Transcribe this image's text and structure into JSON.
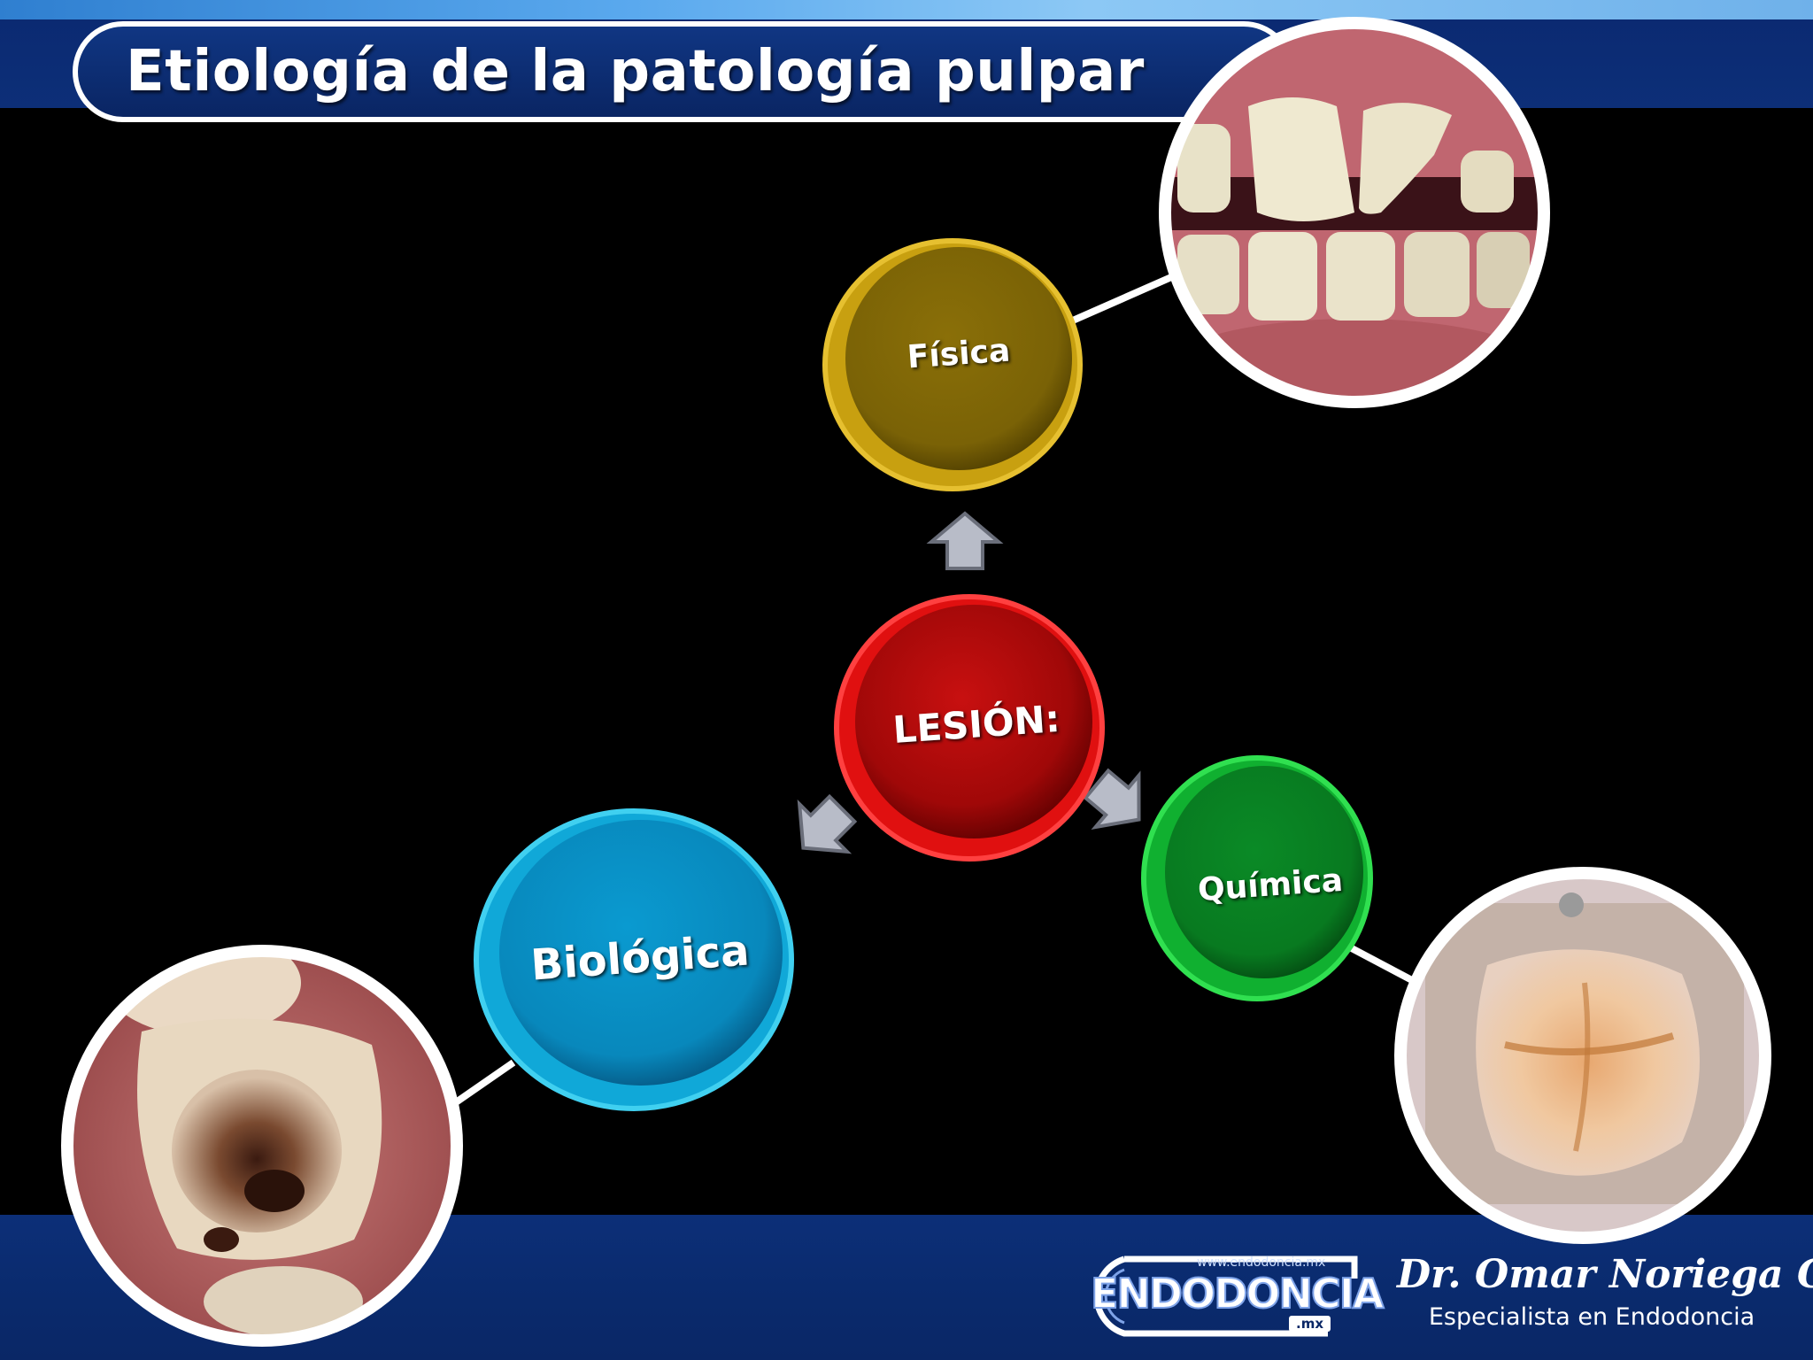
{
  "slide": {
    "title": "Etiología de la patología pulpar"
  },
  "diagram": {
    "center": {
      "label": "LESIÓN:",
      "color": "#d01818"
    },
    "branches": [
      {
        "id": "fisica",
        "label": "Física",
        "color": "#9c7d0a",
        "photo": "fractured-incisor-teeth"
      },
      {
        "id": "quimica",
        "label": "Química",
        "color": "#0a8a2a",
        "photo": "eroded-molar-tooth"
      },
      {
        "id": "biologica",
        "label": "Biológica",
        "color": "#0c8fc4",
        "photo": "carious-molar-tooth"
      }
    ]
  },
  "footer": {
    "logo_url": "www.endodoncia.mx",
    "logo_text": "ENDODONCIA",
    "logo_suffix": ".mx",
    "doctor_name": "Dr. Omar Noriega Gtz.",
    "doctor_title": "Especialista en Endodoncia"
  },
  "colors": {
    "header_navy": "#0d2f78",
    "footer_navy": "#0a2766",
    "background": "#000000"
  }
}
